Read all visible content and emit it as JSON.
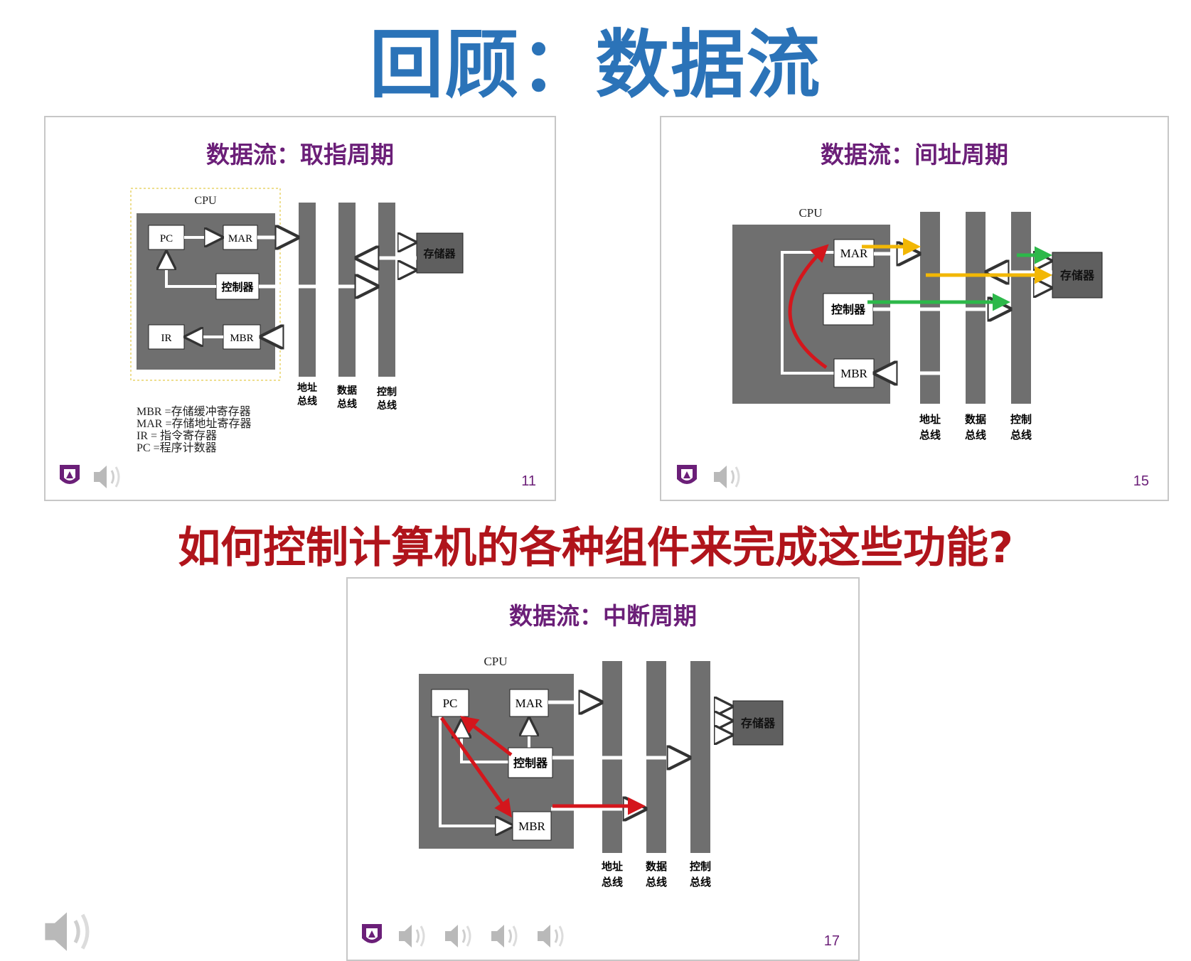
{
  "title": "回顾：数据流",
  "question": "如何控制计算机的各种组件来完成这些功能?",
  "colors": {
    "title": "#2b73b8",
    "question": "#b0141b",
    "slide_title": "#6b1f78",
    "cpu_box": "#6f6f6f",
    "bus": "#6f6f6f",
    "red_arrow": "#d4161c",
    "yellow_arrow": "#f2b705",
    "green_arrow": "#2db84a"
  },
  "slides": {
    "fetch": {
      "title": "数据流：取指周期",
      "page": "11",
      "cpu_label": "CPU",
      "pc": "PC",
      "mar": "MAR",
      "controller": "控制器",
      "ir": "IR",
      "mbr": "MBR",
      "memory": "存储器",
      "bus_addr_1": "地址",
      "bus_addr_2": "总线",
      "bus_data_1": "数据",
      "bus_data_2": "总线",
      "bus_ctrl_1": "控制",
      "bus_ctrl_2": "总线",
      "legend": [
        "MBR =存储缓冲寄存器",
        "MAR =存储地址寄存器",
        "IR = 指令寄存器",
        "PC =程序计数器"
      ]
    },
    "indirect": {
      "title": "数据流：间址周期",
      "page": "15",
      "cpu_label": "CPU",
      "mar": "MAR",
      "controller": "控制器",
      "mbr": "MBR",
      "memory": "存储器",
      "bus_addr_1": "地址",
      "bus_addr_2": "总线",
      "bus_data_1": "数据",
      "bus_data_2": "总线",
      "bus_ctrl_1": "控制",
      "bus_ctrl_2": "总线"
    },
    "interrupt": {
      "title": "数据流：中断周期",
      "page": "17",
      "cpu_label": "CPU",
      "pc": "PC",
      "mar": "MAR",
      "controller": "控制器",
      "mbr": "MBR",
      "memory": "存储器",
      "bus_addr_1": "地址",
      "bus_addr_2": "总线",
      "bus_data_1": "数据",
      "bus_data_2": "总线",
      "bus_ctrl_1": "控制",
      "bus_ctrl_2": "总线"
    }
  },
  "icons": [
    "university-logo-icon",
    "speaker-icon"
  ]
}
